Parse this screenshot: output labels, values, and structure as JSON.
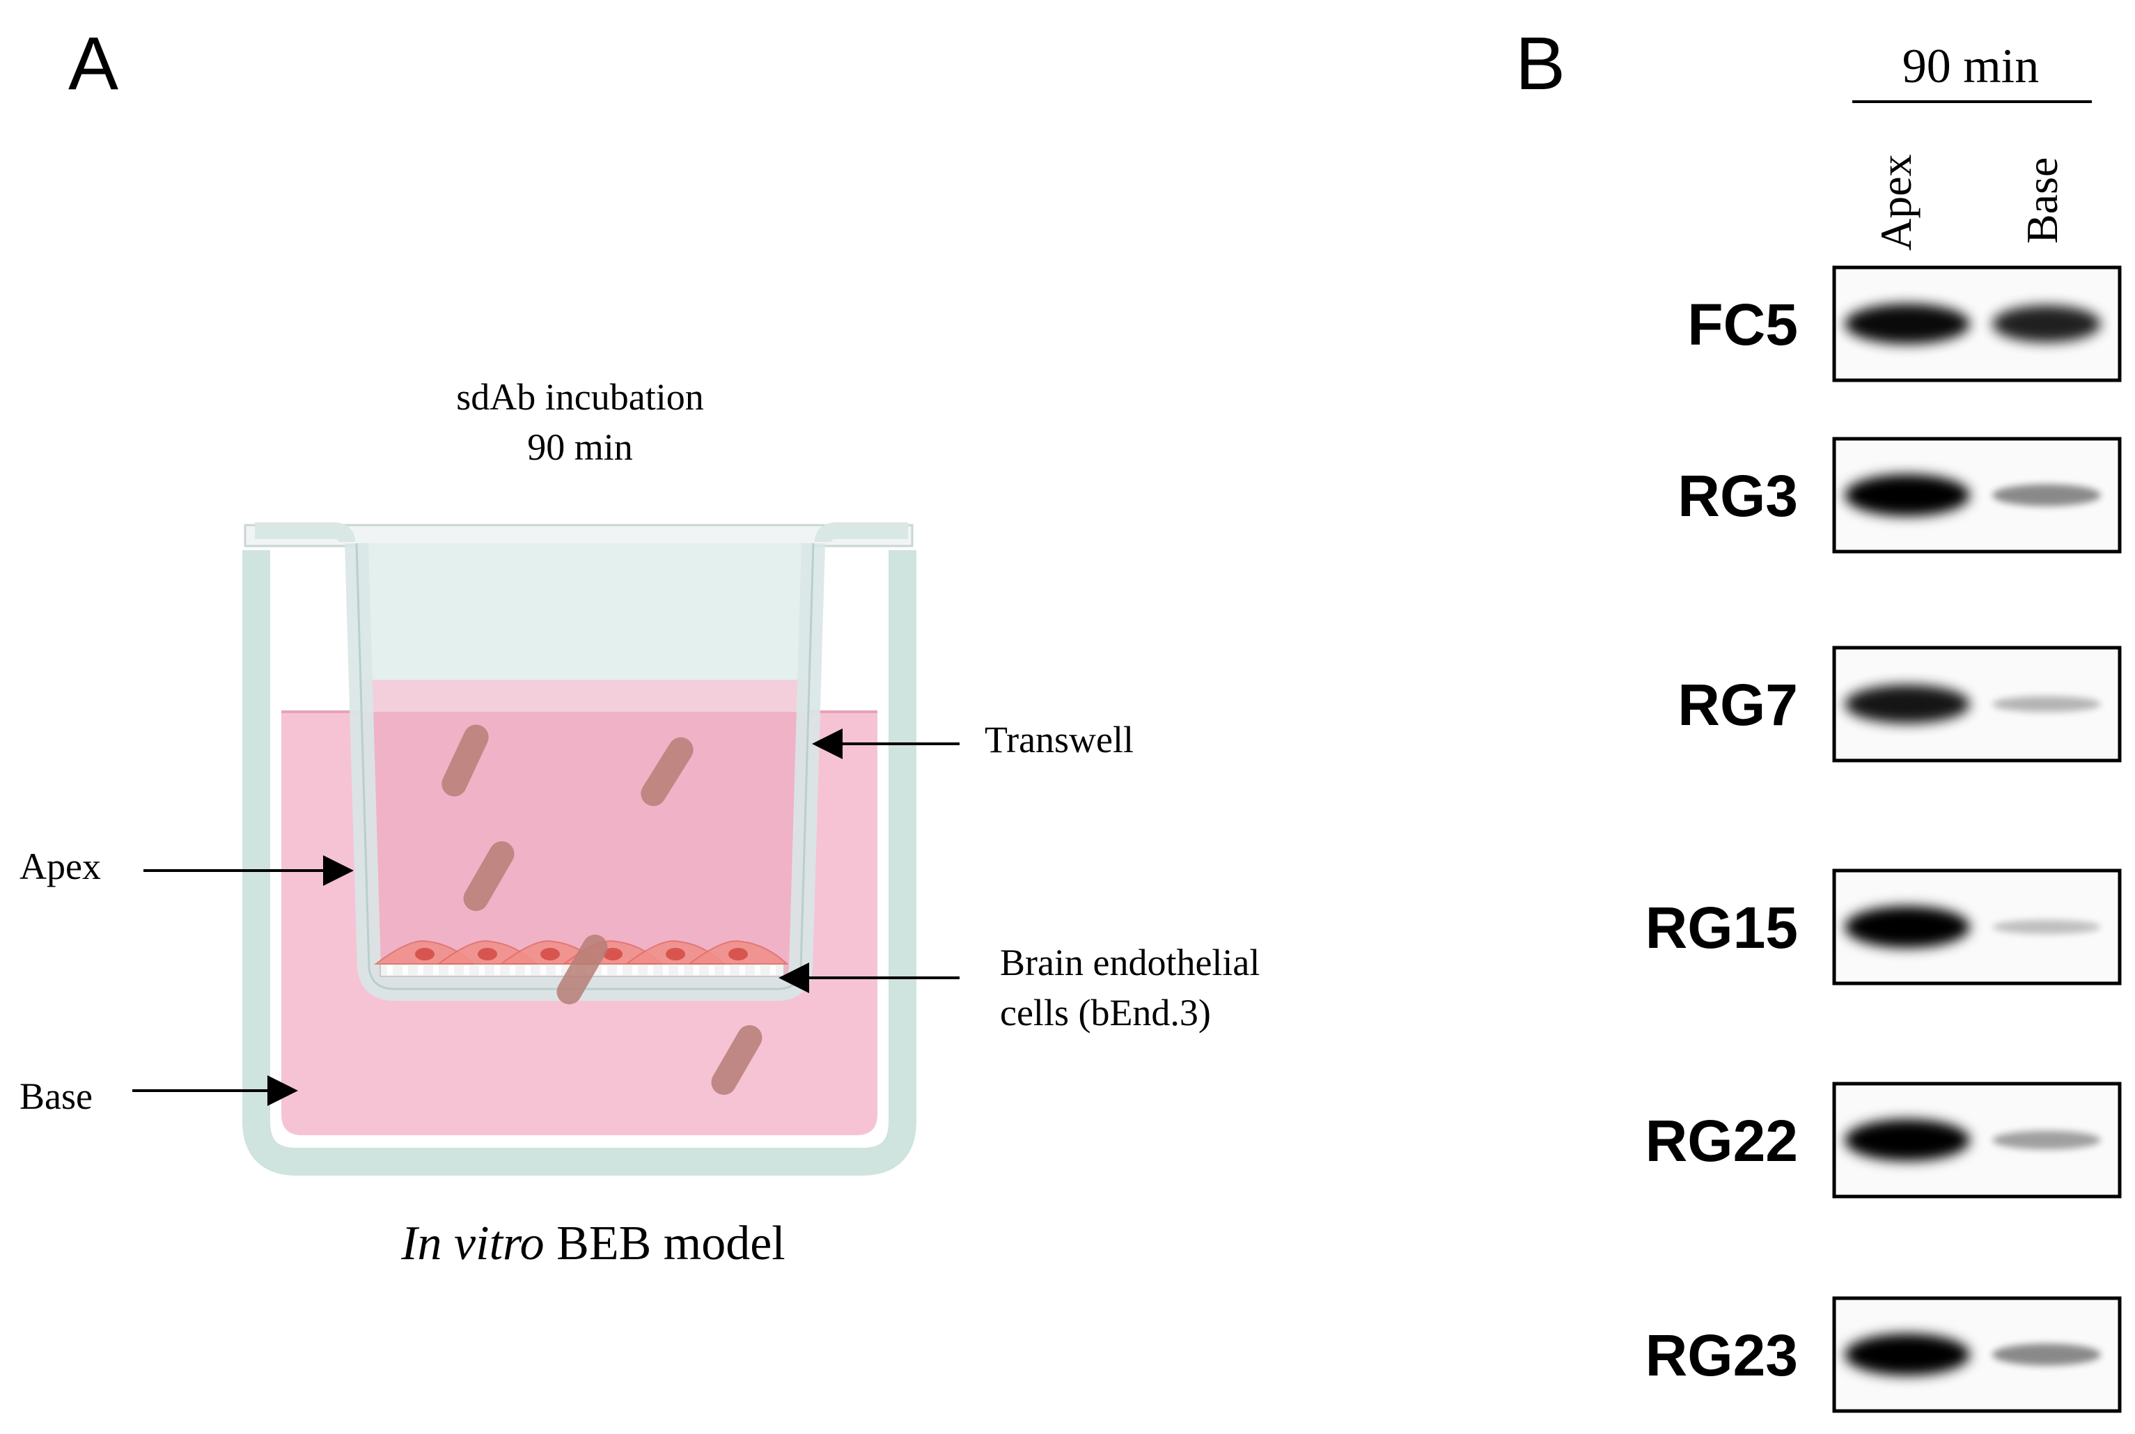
{
  "panelA": {
    "letter": "A",
    "incubation": {
      "line1": "sdAb incubation",
      "line2": "90 min"
    },
    "labels": {
      "transwell": "Transwell",
      "apex": "Apex",
      "endothelial_line1": "Brain endothelial",
      "endothelial_line2": "cells (bEnd.3)",
      "base": "Base"
    },
    "caption": {
      "italic": "In vitro",
      "rest": " BEB model"
    },
    "colors": {
      "medium_base": "#f6c3d5",
      "medium_apex": "#f0b2c7",
      "insert_fill": "#e3f0ee",
      "well_wall": "#cfe3df",
      "cells": "#f08f88",
      "antibody": "#b67e75"
    }
  },
  "panelB": {
    "letter": "B",
    "time_header": "90 min",
    "lanes": [
      "Apex",
      "Base"
    ],
    "blots": [
      {
        "label": "FC5",
        "apex": 0.95,
        "base": 0.85
      },
      {
        "label": "RG3",
        "apex": 1.0,
        "base": 0.35
      },
      {
        "label": "RG7",
        "apex": 0.9,
        "base": 0.15
      },
      {
        "label": "RG15",
        "apex": 1.0,
        "base": 0.1
      },
      {
        "label": "RG22",
        "apex": 1.0,
        "base": 0.25
      },
      {
        "label": "RG23",
        "apex": 1.0,
        "base": 0.35
      }
    ]
  }
}
